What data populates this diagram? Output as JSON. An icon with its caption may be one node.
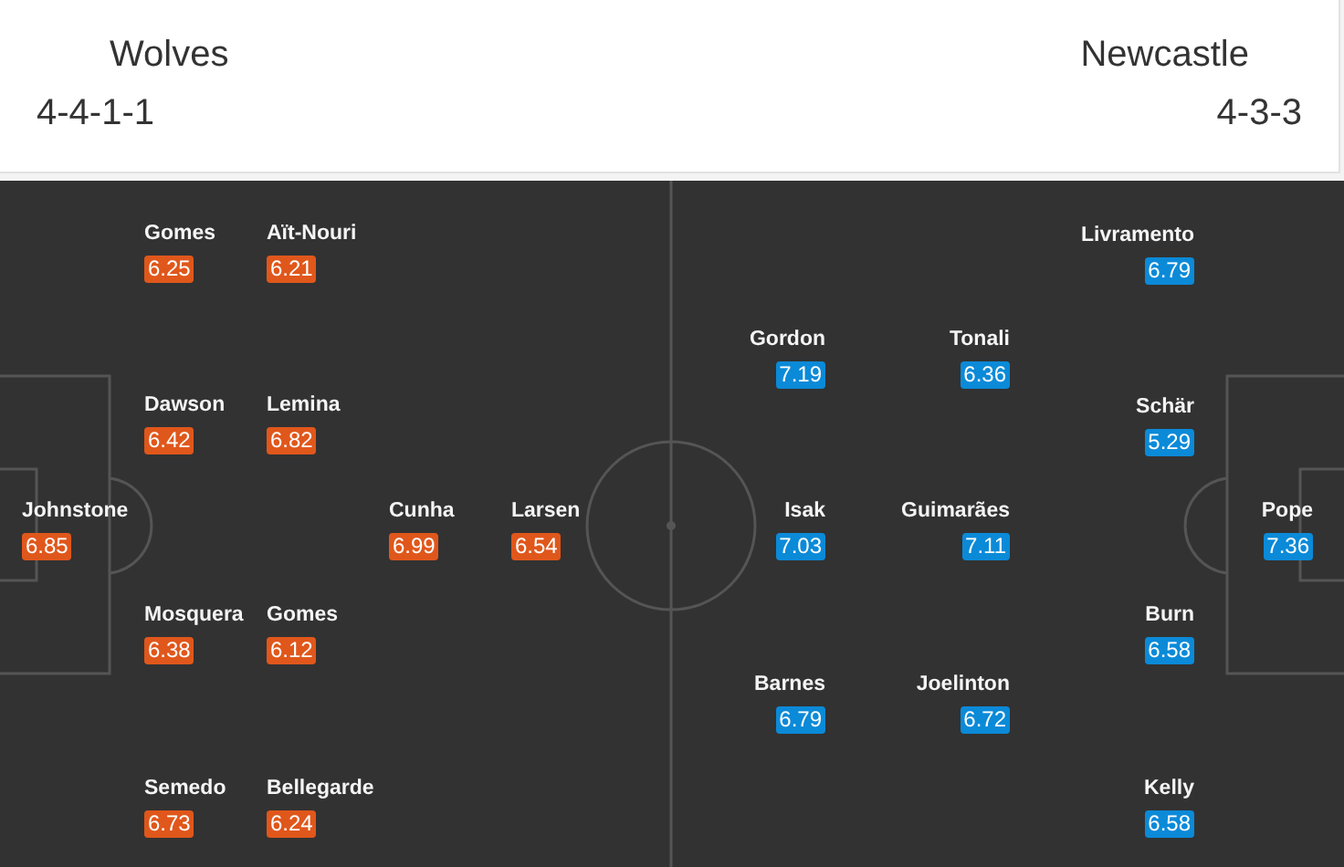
{
  "diagram": {
    "nodes": [
      {
        "text": [
          "Gomes",
          "6.25"
        ]
      },
      {
        "text": [
          "Aït-Nouri",
          "6.21"
        ]
      },
      {
        "text": [
          "Dawson",
          "6.42"
        ]
      },
      {
        "text": [
          "Lemina",
          "6.82"
        ]
      },
      {
        "text": [
          "Johnstone",
          "6.85"
        ]
      },
      {
        "text": [
          "Cunha",
          "6.99"
        ]
      },
      {
        "text": [
          "Larsen",
          "6.54"
        ]
      },
      {
        "text": [
          "Mosquera",
          "6.38"
        ]
      },
      {
        "text": [
          "Gomes",
          "6.12"
        ]
      },
      {
        "text": [
          "Semedo",
          "6.73"
        ]
      },
      {
        "text": [
          "Bellegarde",
          "6.24"
        ]
      },
      {
        "text": [
          "Livramento",
          "6.79"
        ]
      },
      {
        "text": [
          "Gordon",
          "7.19"
        ]
      },
      {
        "text": [
          "Tonali",
          "6.36"
        ]
      },
      {
        "text": [
          "Schär",
          "5.29"
        ]
      },
      {
        "text": [
          "Isak",
          "7.03"
        ]
      },
      {
        "text": [
          "Guimarães",
          "7.11"
        ]
      },
      {
        "text": [
          "Pope",
          "7.36"
        ]
      },
      {
        "text": [
          "Burn",
          "6.58"
        ]
      },
      {
        "text": [
          "Barnes",
          "6.79"
        ]
      },
      {
        "text": [
          "Joelinton",
          "6.72"
        ]
      },
      {
        "text": [
          "Kelly",
          "6.58"
        ]
      }
    ],
    "labels": [
      "Wolves",
      "Newcastle",
      "4-4-1-1",
      "4-3-3"
    ]
  }
}
